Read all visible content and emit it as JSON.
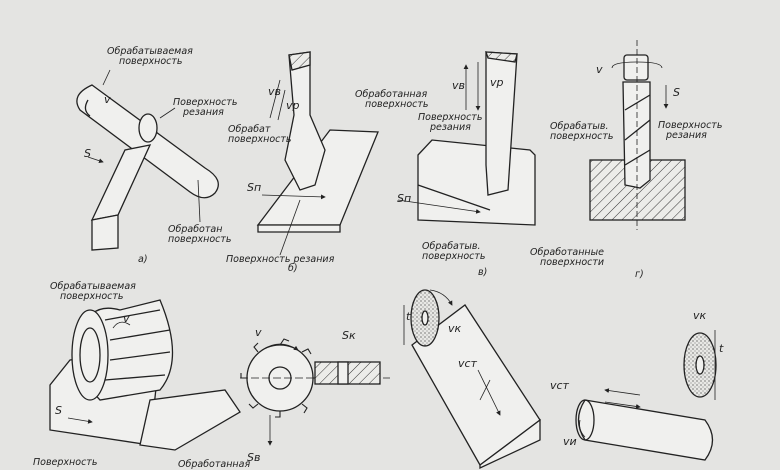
{
  "panels": {
    "a": {
      "caption": "а)",
      "workpiece_surface": [
        "Обрабатываемая",
        "поверхность"
      ],
      "cutting_surface": [
        "Поверхность",
        "резания"
      ],
      "machined_surface": [
        "Обработан",
        "поверхность"
      ],
      "speed": "v",
      "feed": "S"
    },
    "b": {
      "caption": "б)",
      "speed_v": "vв",
      "speed_r": "vр",
      "workpiece_surface": [
        "Обрабат",
        "поверхность"
      ],
      "machined_surface": [
        "Обработанная",
        "поверхность"
      ],
      "feed": "Sп",
      "cutting_surface": "Поверхность резания"
    },
    "c": {
      "caption": "в)",
      "speed_v": "vв",
      "speed_r": "vр",
      "cutting_surface": [
        "Поверхность",
        "резания"
      ],
      "feed": "Sп",
      "workpiece_surface": [
        "Обрабатыв.",
        "поверхность"
      ],
      "machined_surfaces": [
        "Обработанные",
        "поверхности"
      ]
    },
    "d": {
      "caption": "г)",
      "speed": "v",
      "feed": "S",
      "workpiece_surface": [
        "Обрабатыв.",
        "поверхность"
      ],
      "cutting_surface": [
        "Поверхность",
        "резания"
      ]
    },
    "e": {
      "workpiece_surface": [
        "Обрабатываемая",
        "поверхность"
      ],
      "speed": "v",
      "feed": "S",
      "cutting_surface": "Поверхность",
      "machined_surface": "Обработанная"
    },
    "f": {
      "speed": "v",
      "feed_k": "Sк",
      "feed_v": "Sв"
    },
    "g": {
      "depth": "t",
      "speed_k": "vк",
      "speed_table": "vст"
    },
    "h": {
      "speed_k": "vк",
      "depth": "t",
      "speed_table": "vст",
      "speed_part": "vи"
    }
  }
}
